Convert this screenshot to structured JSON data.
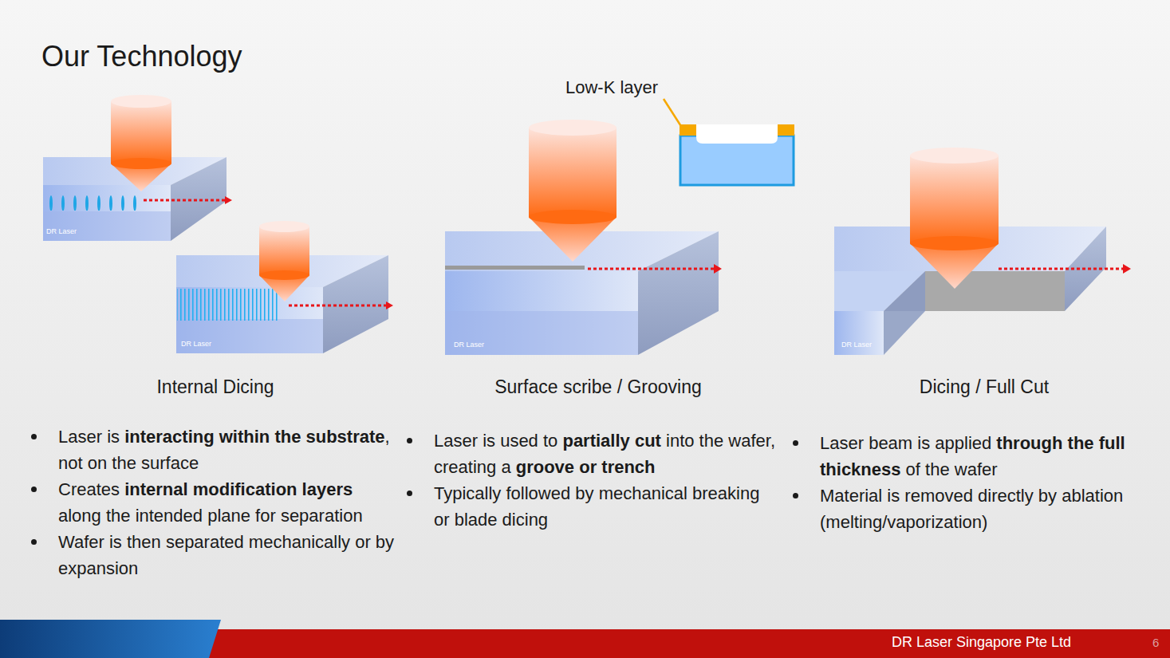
{
  "diagram": {
    "title": "Our Technology",
    "labels": [
      "Low-K layer",
      "DR Laser",
      "DR Laser",
      "DR Laser",
      "DR Laser",
      "Internal Dicing",
      "Surface scribe / Grooving",
      "Dicing / Full Cut",
      "Laser is interacting within the substrate, not on the surface",
      "Creates internal modification layers along the intended plane for separation",
      "Wafer is then separated mechanically or by expansion",
      "Laser is used to partially cut into the wafer, creating a groove or trench",
      "Typically followed by mechanical breaking or blade dicing",
      "Laser beam is applied through the full thickness of the wafer",
      "Material is removed directly by ablation (melting/vaporization)",
      "DR Laser Singapore Pte Ltd",
      "6"
    ]
  }
}
